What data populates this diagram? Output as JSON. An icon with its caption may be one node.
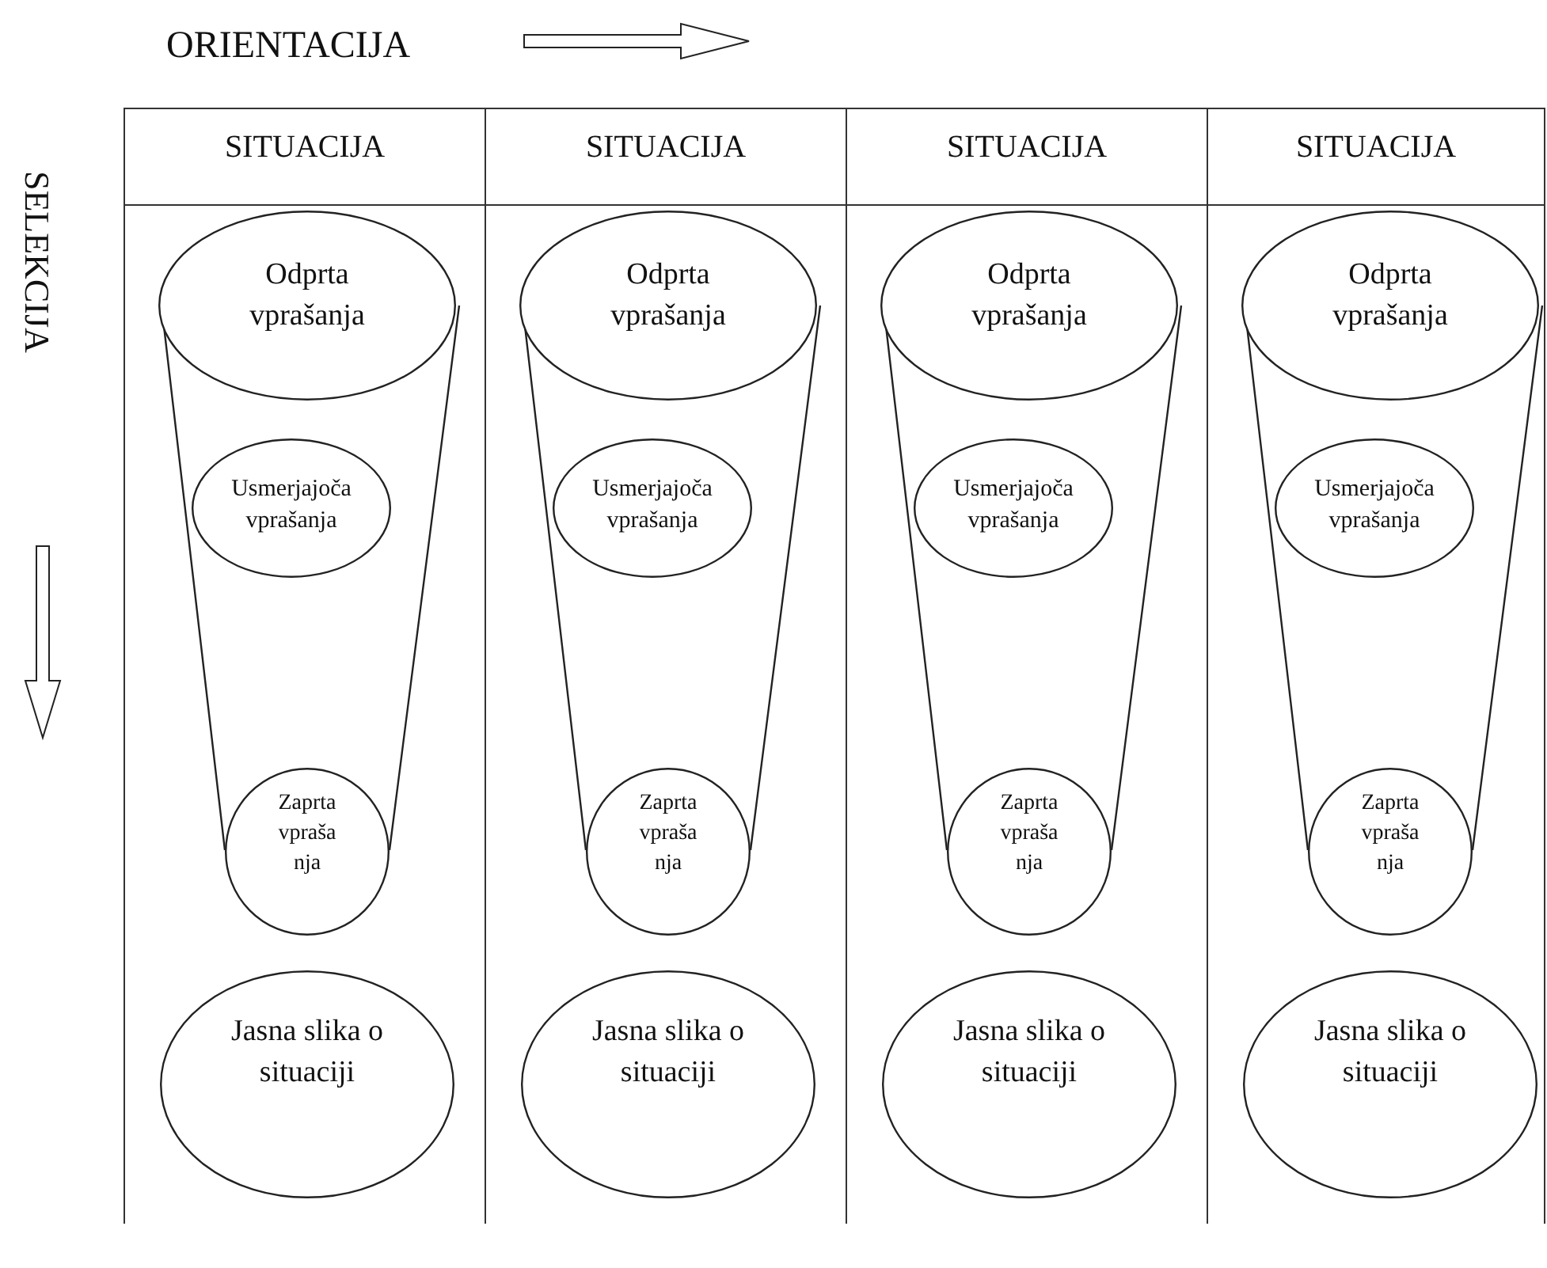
{
  "diagram": {
    "nodes": [
      {
        "text": [
          "SITUACIJA"
        ]
      },
      {
        "text": [
          "Odprta vprašanja"
        ],
        "in": 0
      },
      {
        "text": [
          "Usmerjajoča vprašanja"
        ],
        "in": 0
      },
      {
        "text": [
          "Zaprta vpraša nja"
        ],
        "in": 0
      },
      {
        "text": [
          "Jasna slika o situaciji"
        ],
        "in": 0
      },
      {
        "text": [
          "SITUACIJA"
        ]
      },
      {
        "text": [
          "Odprta vprašanja"
        ],
        "in": 5
      },
      {
        "text": [
          "Usmerjajoča vprašanja"
        ],
        "in": 5
      },
      {
        "text": [
          "Zaprta vpraša nja"
        ],
        "in": 5
      },
      {
        "text": [
          "Jasna slika o situaciji"
        ],
        "in": 5
      },
      {
        "text": [
          "SITUACIJA"
        ]
      },
      {
        "text": [
          "Odprta vprašanja"
        ],
        "in": 10
      },
      {
        "text": [
          "Usmerjajoča vprašanja"
        ],
        "in": 10
      },
      {
        "text": [
          "Zaprta vpraša nja"
        ],
        "in": 10
      },
      {
        "text": [
          "Jasna slika o situaciji"
        ],
        "in": 10
      },
      {
        "text": [
          "SITUACIJA"
        ]
      },
      {
        "text": [
          "Odprta vprašanja"
        ],
        "in": 15
      },
      {
        "text": [
          "Usmerjajoča vprašanja"
        ],
        "in": 15
      },
      {
        "text": [
          "Zaprta vpraša nja"
        ],
        "in": 15
      },
      {
        "text": [
          "Jasna slika o situaciji"
        ],
        "in": 15
      }
    ],
    "labels": [
      "ORIENTACIJA",
      "SELEKCIJA"
    ]
  }
}
